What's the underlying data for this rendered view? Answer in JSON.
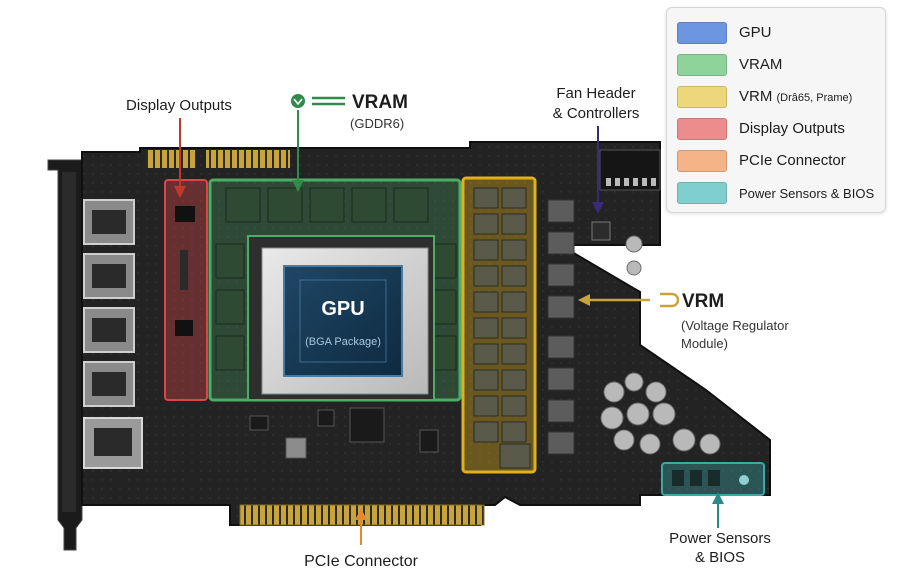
{
  "labels": {
    "display_outputs": "Display Outputs",
    "vram_title": "VRAM",
    "vram_sub": "(GDDR6)",
    "fan_header_line1": "Fan Header",
    "fan_header_line2": "& Controllers",
    "vrm_title": "VRM",
    "vrm_sub_line1": "(Voltage Regulator",
    "vrm_sub_line2": "Module)",
    "gpu_title": "GPU",
    "gpu_sub": "(BGA Package)",
    "pcie": "PCIe Connector",
    "power_line1": "Power Sensors",
    "power_line2": "& BIOS"
  },
  "legend": [
    {
      "label": "GPU",
      "color": "#6d96e0"
    },
    {
      "label": "VRAM",
      "color": "#8ed49a"
    },
    {
      "label": "VRM",
      "note": "(Drâ65, Prame)",
      "color": "#eed67a"
    },
    {
      "label": "Display Outputs",
      "color": "#ec8c8c"
    },
    {
      "label": "PCIe Connector",
      "color": "#f4b488"
    },
    {
      "label": "Power Sensors & BIOS",
      "color": "#7fcfcf"
    }
  ],
  "colors": {
    "pcb": "#232323",
    "vram": "#4cae64",
    "vrm": "#e0b020",
    "display": "#d84848",
    "pcie": "#e48a2a",
    "power": "#3aa9a9",
    "fan": "#3a2a78",
    "gold": "#c9a43a"
  }
}
